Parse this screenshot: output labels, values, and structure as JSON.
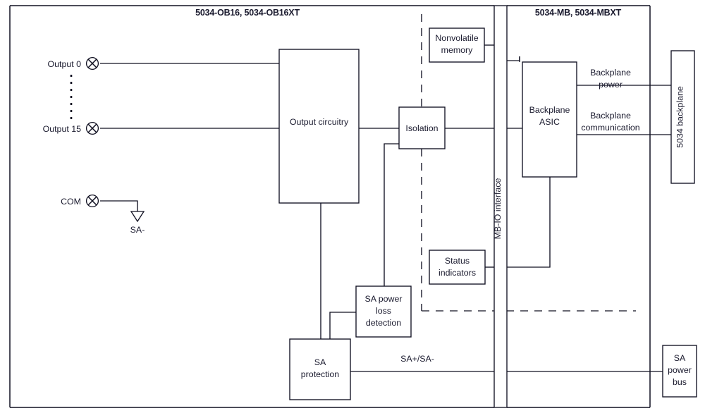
{
  "diagram": {
    "title_left": "5034-OB16, 5034-OB16XT",
    "title_right": "5034-MB, 5034-MBXT",
    "terminals": [
      {
        "label": "Output 0",
        "icon": "screw-terminal-icon"
      },
      {
        "label": "Output 15",
        "icon": "screw-terminal-icon"
      },
      {
        "label": "COM",
        "icon": "screw-terminal-icon"
      }
    ],
    "ground_label": "SA-",
    "boxes": {
      "output_circuitry": "Output circuitry",
      "isolation": "Isolation",
      "nonvolatile_memory_line1": "Nonvolatile",
      "nonvolatile_memory_line2": "memory",
      "status_indicators_line1": "Status",
      "status_indicators_line2": "indicators",
      "sa_power_loss_line1": "SA power",
      "sa_power_loss_line2": "loss",
      "sa_power_loss_line3": "detection",
      "sa_protection_line1": "SA",
      "sa_protection_line2": "protection",
      "mb_io_interface": "MB-IO interface",
      "backplane_asic_line1": "Backplane",
      "backplane_asic_line2": "ASIC",
      "backplane_5034": "5034 backplane",
      "sa_power_bus_line1": "SA",
      "sa_power_bus_line2": "power",
      "sa_power_bus_line3": "bus"
    },
    "signal_labels": {
      "backplane_power_line1": "Backplane",
      "backplane_power_line2": "power",
      "backplane_comm_line1": "Backplane",
      "backplane_comm_line2": "communication",
      "sa_plus_minus": "SA+/SA-"
    },
    "colors": {
      "line": "#111122",
      "text": "#1a1a2e",
      "background": "#ffffff"
    }
  }
}
